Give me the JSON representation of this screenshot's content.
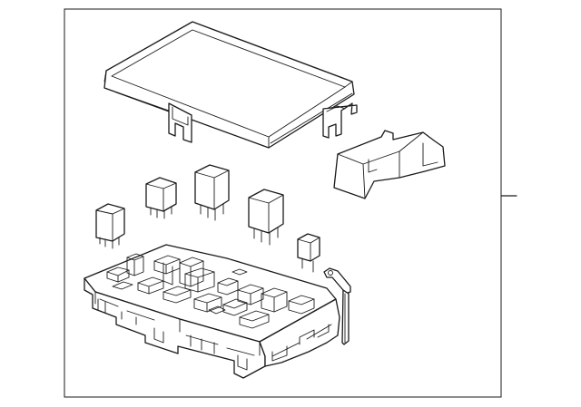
{
  "diagram": {
    "parts": [
      {
        "name": "top-cover"
      },
      {
        "name": "side-cover"
      },
      {
        "name": "relay-small-left"
      },
      {
        "name": "relay-small-center"
      },
      {
        "name": "relay-large-left"
      },
      {
        "name": "relay-large-right"
      },
      {
        "name": "mini-fuse"
      },
      {
        "name": "fuse-box-housing"
      },
      {
        "name": "ground-strap"
      }
    ],
    "colors": {
      "line": "#1a1a1a",
      "background": "#ffffff"
    }
  }
}
